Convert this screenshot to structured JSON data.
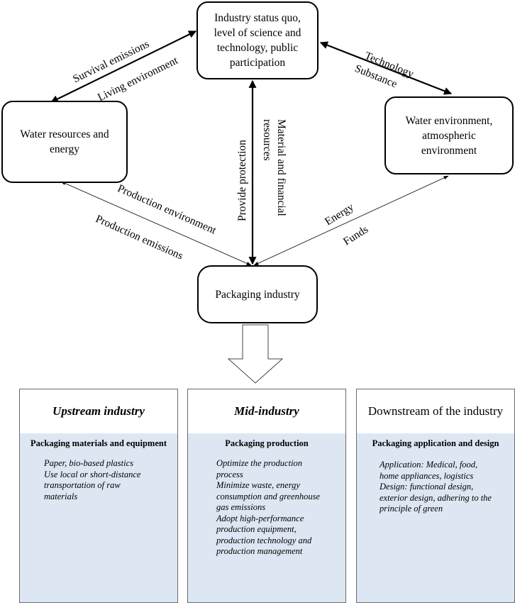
{
  "nodes": {
    "top": "Industry status quo,\nlevel of science and\ntechnology, public\nparticipation",
    "left": "Water resources and\nenergy",
    "right": "Water environment,\natmospheric\nenvironment",
    "center": "Packaging industry"
  },
  "edge_labels": {
    "survival_emissions": "Survival emissions",
    "living_environment": "Living environment",
    "technology": "Technology",
    "substance": "Substance",
    "provide_protection": "Provide protection",
    "material_financial": "Material and financial\nresources",
    "production_environment": "Production environment",
    "production_emissions": "Production emissions",
    "energy": "Energy",
    "funds": "Funds"
  },
  "panels": [
    {
      "title": "Upstream industry",
      "subtitle": "Packaging materials and equipment",
      "text": "Paper, bio-based plastics\nUse local or short-distance\ntransportation of raw\nmaterials"
    },
    {
      "title": "Mid-industry",
      "subtitle": "Packaging production",
      "text": "Optimize the production\nprocess\nMinimize waste, energy\nconsumption and greenhouse\ngas emissions\nAdopt high-performance\nproduction equipment,\nproduction technology and\nproduction management"
    },
    {
      "title": "Downstream of the industry",
      "subtitle": "Packaging application and design",
      "text": "Application: Medical, food,\nhome appliances, logistics\nDesign: functional design,\nexterior design, adhering to the\nprinciple of green"
    }
  ]
}
